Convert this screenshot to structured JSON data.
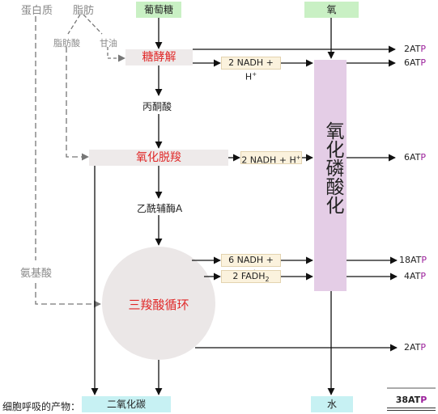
{
  "inputs": {
    "protein": "蛋白质",
    "fat": "脂肪",
    "fatty_acid": "脂肪酸",
    "glycerol": "甘油",
    "glucose": "葡萄糖",
    "oxygen": "氧",
    "amino_acid": "氨基酸"
  },
  "stages": {
    "glycolysis": "糖酵解",
    "pyruvate": "丙酮酸",
    "oxidative_decarboxylation": "氧化脱羧",
    "acetyl_coa": "乙酰辅酶A",
    "tca_cycle": "三羧酸循环",
    "oxidative_phosphorylation": "氧化磷酸化"
  },
  "carriers": {
    "glycolysis_nadh": "2 NADH + H",
    "decarb_nadh": "2 NADH + H",
    "tca_nadh": "6 NADH + H",
    "tca_fadh": "2 FADH",
    "plus_sign": "+",
    "fadh_sub": "2"
  },
  "atp": {
    "a1": "2AT",
    "a2": "6AT",
    "a3": "6AT",
    "a4": "18AT",
    "a5": "4AT",
    "a6": "2AT",
    "p": "P"
  },
  "products": {
    "label": "细胞呼吸的产物：",
    "co2": "二氧化碳",
    "water": "水",
    "total_prefix": "38AT",
    "total_p": "P"
  },
  "colors": {
    "stage_text": "#e02828",
    "atp_p": "#9b1f9b",
    "oxphos_bar": "#e4cde6",
    "input_box": "#c9f0c4",
    "product_box": "#c7f1f3",
    "cycle_circle": "#ebe7e7"
  }
}
